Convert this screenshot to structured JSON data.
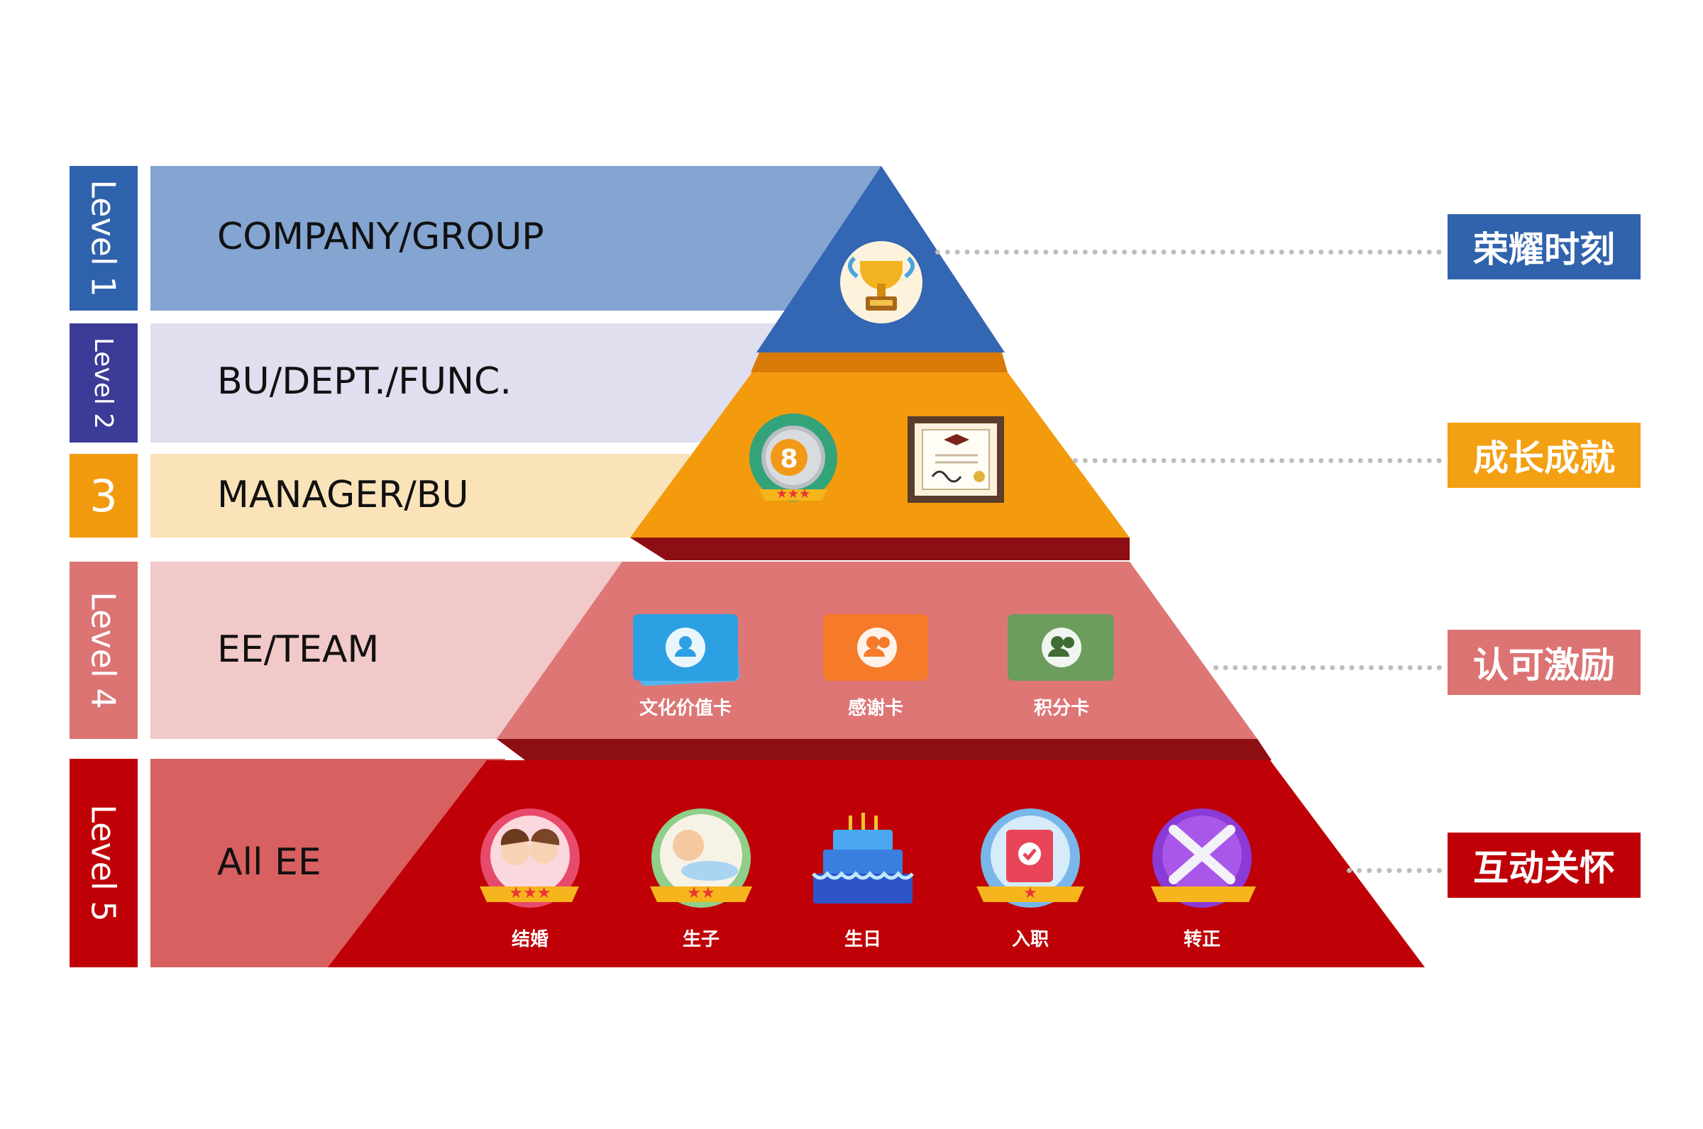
{
  "levels": [
    {
      "tab": "Level 1",
      "label": "COMPANY/GROUP",
      "tab_color": "#2f62ad",
      "band_color": "#84a4d2"
    },
    {
      "tab": "Level 2",
      "label": "BU/DEPT./FUNC.",
      "tab_color": "#3c3b97",
      "band_color": "#dfdff0"
    },
    {
      "tab": "3",
      "label": "MANAGER/BU",
      "tab_color": "#f29a0e",
      "band_color": "#fbe3b9"
    },
    {
      "tab": "Level 4",
      "label": "EE/TEAM",
      "tab_color": "#dc7474",
      "band_color": "#f1c9c8"
    },
    {
      "tab": "Level 5",
      "label": "All EE",
      "tab_color": "#bf0007",
      "band_color": "#d86060"
    }
  ],
  "categories": [
    {
      "label": "荣耀时刻",
      "color": "#3163ad"
    },
    {
      "label": "成长成就",
      "color": "#f3a013"
    },
    {
      "label": "认可激励",
      "color": "#dc7474"
    },
    {
      "label": "互动关怀",
      "color": "#bf0007"
    }
  ],
  "tier1_icons": [
    {
      "name": "trophy-icon"
    }
  ],
  "tier2_icons": [
    {
      "name": "medal-8-icon"
    },
    {
      "name": "certificate-icon"
    }
  ],
  "tier3_cards": [
    {
      "caption": "文化价值卡",
      "icon": "blue-person-card-icon",
      "color": "#2d9fe3"
    },
    {
      "caption": "感谢卡",
      "icon": "orange-people-card-icon",
      "color": "#f57b2a"
    },
    {
      "caption": "积分卡",
      "icon": "green-people-card-icon",
      "color": "#6c9c5e"
    }
  ],
  "tier4_badges": [
    {
      "caption": "结婚",
      "icon": "wedding-couple-icon"
    },
    {
      "caption": "生子",
      "icon": "baby-icon"
    },
    {
      "caption": "生日",
      "icon": "birthday-cake-icon"
    },
    {
      "caption": "入职",
      "icon": "onboarding-book-icon"
    },
    {
      "caption": "转正",
      "icon": "crossed-swords-icon"
    }
  ]
}
